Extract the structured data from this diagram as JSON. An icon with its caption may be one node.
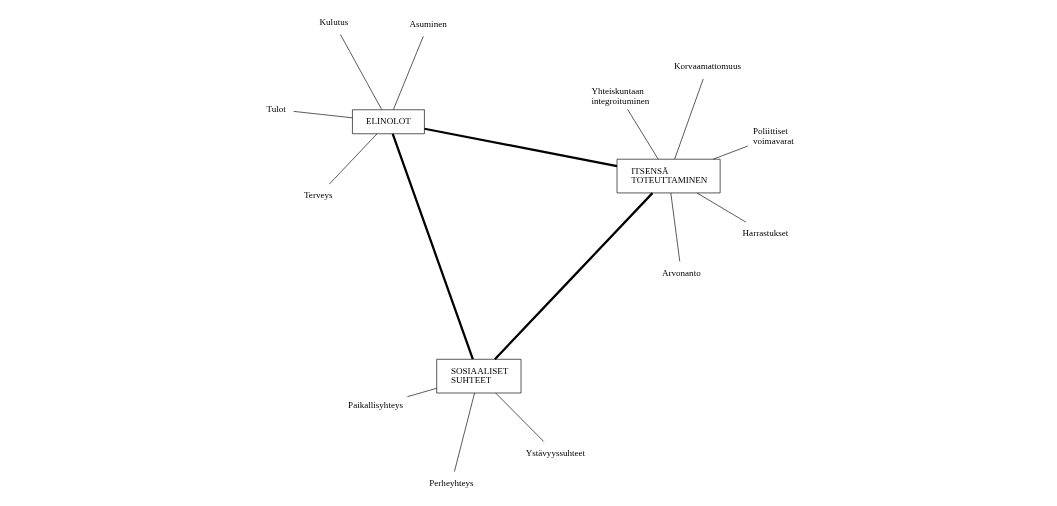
{
  "diagram": {
    "nodes": [
      {
        "text": [
          "Tulot"
        ]
      },
      {
        "text": [
          "Asuminen"
        ]
      },
      {
        "text": [
          "Perheyhteys"
        ]
      },
      {
        "text": [
          "Kulutus"
        ]
      },
      {
        "text": [
          "ELINOLOT"
        ]
      },
      {
        "text": [
          "SOSIAALISET SUHTEET"
        ]
      },
      {
        "text": [
          "Paikallisyhteys"
        ]
      },
      {
        "text": [
          "Terveys"
        ]
      },
      {
        "text": [
          "Ystävyyssuhteet"
        ]
      },
      {
        "text": [
          "Arvonanto"
        ]
      },
      {
        "text": [
          "ITSENSÄ TOTEUTTAMINEN"
        ]
      },
      {
        "text": [
          "Yhteiskuntaan integroituminen"
        ]
      },
      {
        "text": [
          "Harrastukset"
        ]
      },
      {
        "text": [
          "Poliittiset voimavarat"
        ]
      },
      {
        "text": [
          "Korvaamattomuus"
        ]
      }
    ],
    "edges": [
      {
        "from": 4,
        "to": 5,
        "arrow": "none",
        "style": "thick"
      },
      {
        "from": 4,
        "to": 10,
        "arrow": "none",
        "style": "thick"
      },
      {
        "from": 5,
        "to": 10,
        "arrow": "none",
        "style": "thick"
      },
      {
        "from": 0,
        "to": 4,
        "arrow": "none"
      },
      {
        "from": 1,
        "to": 4,
        "arrow": "none"
      },
      {
        "from": 3,
        "to": 4,
        "arrow": "none"
      },
      {
        "from": 7,
        "to": 4,
        "arrow": "none"
      },
      {
        "from": 2,
        "to": 5,
        "arrow": "none"
      },
      {
        "from": 6,
        "to": 5,
        "arrow": "none"
      },
      {
        "from": 8,
        "to": 5,
        "arrow": "none"
      },
      {
        "from": 9,
        "to": 10,
        "arrow": "none"
      },
      {
        "from": 12,
        "to": 10,
        "arrow": "none"
      },
      {
        "from": 13,
        "to": 10,
        "arrow": "none"
      },
      {
        "from": 14,
        "to": 10,
        "arrow": "none"
      },
      {
        "from": 11,
        "to": 10,
        "arrow": "none"
      }
    ]
  }
}
